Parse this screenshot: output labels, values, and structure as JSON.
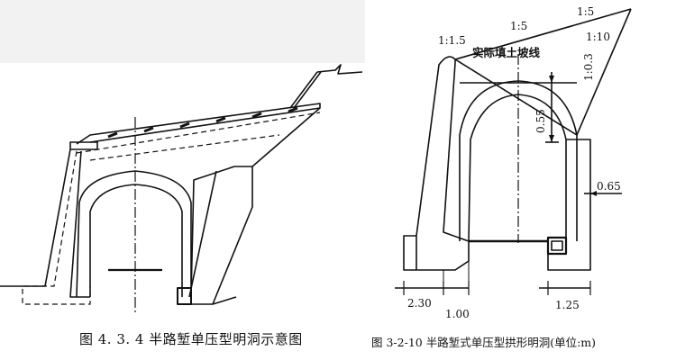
{
  "left_figure": {
    "caption": "图 4. 3. 4   半路堑单压型明洞示意图"
  },
  "right_figure": {
    "caption": "图 3-2-10   半路堑式单压型拱形明洞(单位:m)",
    "slope_labels": {
      "s1": "1:1.5",
      "s2": "1:5",
      "s3": "1:5",
      "s4": "1:10",
      "s5": "1:0.3"
    },
    "fill_slope_label": "实际填土坡线",
    "dimensions": {
      "d_055": "0.55",
      "d_065": "0.65",
      "d_230": "2.30",
      "d_100": "1.00",
      "d_125": "1.25"
    }
  }
}
